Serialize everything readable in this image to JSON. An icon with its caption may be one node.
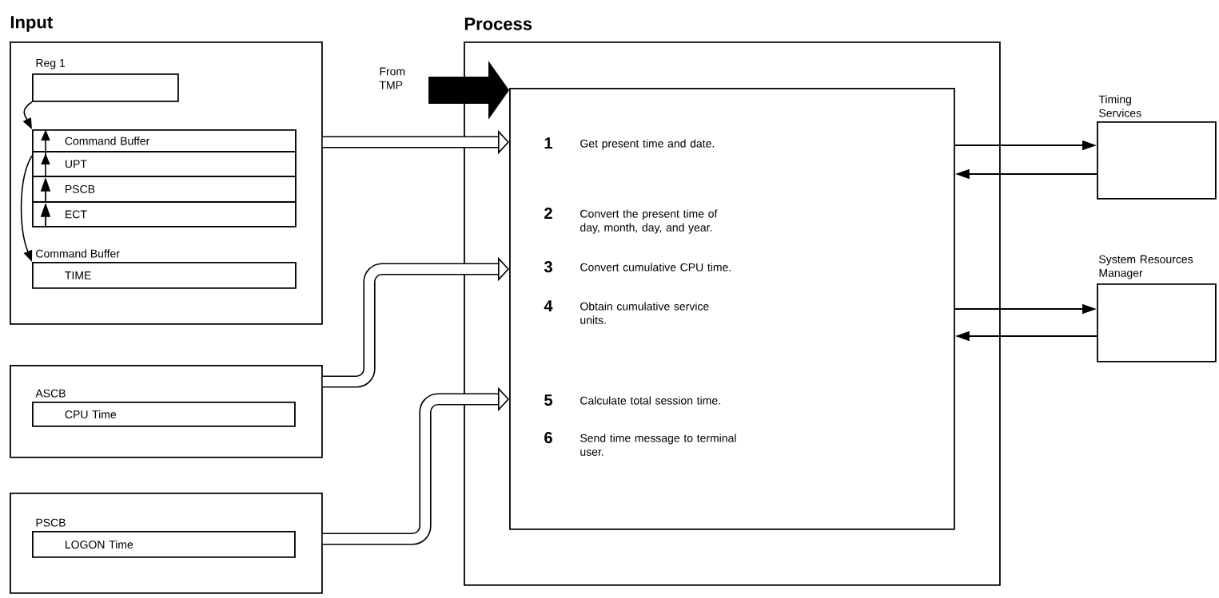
{
  "diagram": {
    "nodes": [
      {
        "text": [],
        "shape": "box"
      },
      {
        "text": [
          "Reg 1"
        ],
        "in": 0
      },
      {
        "text": [
          "Command Buffer"
        ],
        "in": 0
      },
      {
        "text": [
          "UPT"
        ],
        "in": 0
      },
      {
        "text": [
          "PSCB"
        ],
        "in": 0
      },
      {
        "text": [
          "ECT"
        ],
        "in": 0
      },
      {
        "text": [
          "Command Buffer",
          "TIME"
        ],
        "in": 0
      },
      {
        "text": [],
        "shape": "box"
      },
      {
        "text": [
          "ASCB",
          "CPU Time"
        ],
        "in": 7
      },
      {
        "text": [],
        "shape": "box"
      },
      {
        "text": [
          "PSCB",
          "LOGON Time"
        ],
        "in": 9
      },
      {
        "text": [],
        "shape": "box"
      },
      {
        "text": [
          "1",
          "Get present time and date.",
          "2",
          "Convert the present time of day, month, day, and year.",
          "3",
          "Convert cumulative CPU time.",
          "4",
          "Obtain cumulative service units.",
          "5",
          "Calculate total session time.",
          "6",
          "Send time message to terminal user."
        ],
        "in": 11
      },
      {
        "text": [
          "Timing Services"
        ]
      },
      {
        "text": [
          "System Resources Manager"
        ]
      }
    ],
    "edges": [
      {
        "from": 1,
        "to": 2,
        "arrow": "to"
      },
      {
        "from": 5,
        "to": 4,
        "arrow": "to"
      },
      {
        "from": 4,
        "to": 3,
        "arrow": "to"
      },
      {
        "from": 3,
        "to": 2,
        "arrow": "to"
      },
      {
        "from": 2,
        "to": 6,
        "arrow": "to"
      },
      {
        "from": 0,
        "to": 12,
        "arrow": "to",
        "style": "thick"
      },
      {
        "from": 7,
        "to": 12,
        "arrow": "to",
        "style": "thick"
      },
      {
        "from": 9,
        "to": 12,
        "arrow": "to",
        "style": "thick"
      },
      {
        "from": null,
        "to": 12,
        "arrow": "to",
        "label": "From TMP",
        "style": "thick"
      },
      {
        "from": 12,
        "to": 13,
        "arrow": "to"
      },
      {
        "from": 13,
        "to": 12,
        "arrow": "to"
      },
      {
        "from": 12,
        "to": 14,
        "arrow": "to"
      },
      {
        "from": 14,
        "to": 12,
        "arrow": "to"
      }
    ],
    "labels": [
      "Input",
      "Process"
    ]
  }
}
